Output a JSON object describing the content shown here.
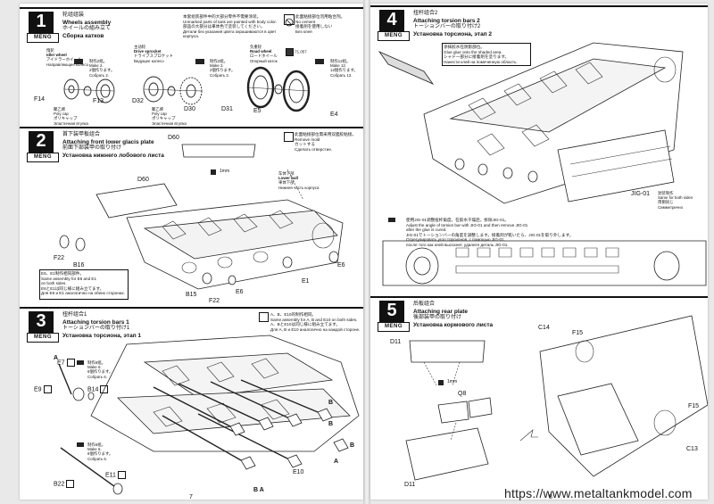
{
  "brand": "MENG",
  "website": "https://www.metaltankmodel.com",
  "left_page_number": "7",
  "right_page_number": "8",
  "steps": [
    {
      "number": "1",
      "title_cn": "轮组组装",
      "title_en": "Wheels assembly",
      "title_jp": "ホイールの組み立て",
      "title_ru": "Сборка катков",
      "note_main": [
        "本套组装部件中的大部分零件不需要涂装。",
        "Unmarked parts of tank are painted with body color.",
        "部品の大部分は車体色で塗装してください。",
        "Детали без указания цвета окрашиваются в цвет корпуса."
      ],
      "note_glue": [
        "此面粘接部位勿用粘合剂。",
        "No cement",
        "接着剤を使用しない",
        "Без клея"
      ],
      "wheel_titles": [
        [
          "惰轮",
          "Idler wheel",
          "アイドラーホイール",
          "Направляющее колесо"
        ],
        [
          "主动轮",
          "Drive sprocket",
          "ドライブスプロケット",
          "Ведущее колесо"
        ],
        [
          "负重轮",
          "Road wheel",
          "ロードホイール",
          "Опорный каток"
        ]
      ],
      "make_notes": [
        [
          "制作2组。",
          "Make 2.",
          "2個作ります。",
          "Собрать 2."
        ],
        [
          "制作2组。",
          "Make 2.",
          "2個作ります。",
          "Собрать 2."
        ],
        [
          "制作12组。",
          "Make 12.",
          "12個作ります。",
          "Собрать 12."
        ]
      ],
      "polycap": [
        "聚乙烯",
        "Poly cap",
        "ポリキャップ",
        "Эластичная втулка"
      ],
      "paint_code": "71.057",
      "parts": [
        "F14",
        "F13",
        "D32",
        "D30",
        "D31",
        "E5",
        "E4"
      ]
    },
    {
      "number": "2",
      "title_cn": "首下装甲板组合",
      "title_en": "Attaching front lower glacis plate",
      "title_jp": "前面下部装甲の取り付け",
      "title_ru": "Установка нижнего лобового листа",
      "note_glue": [
        "此面粘接部位需采用双面胶粘接。",
        "Remove mold",
        "カットする",
        "Сделать отверстие."
      ],
      "hull_note": [
        "车体下部",
        "Lower hull",
        "車体下部",
        "Нижняя часть корпуса"
      ],
      "same_assembly": [
        "E6、E1制作相同部件。",
        "Same assembly for E6 and E1",
        "on both sides.",
        "E6とE1は同じ様に組み立てます。",
        "Для Е6 и Е1 аналогично на обеих сторонах."
      ],
      "cut_size": "1mm",
      "parts": [
        "D60",
        "D60",
        "F22",
        "B16",
        "E6",
        "E1",
        "B15",
        "E6",
        "F22"
      ]
    },
    {
      "number": "3",
      "title_cn": "扭杆组合1",
      "title_en": "Attaching torsion bars 1",
      "title_jp": "トーションバーの取り付け1",
      "title_ru": "Установка торсиона, этап 1",
      "note_top": [
        "A、B、E10的制作相同。",
        "Same assembly for A, B and E10 on both sides.",
        "A、BとE10は同じ様に組み立てます。",
        "Для А, В и Е10 аналогично на каждой стороне."
      ],
      "make_notes": [
        [
          "制作6组。",
          "Make 6.",
          "6個作ります。",
          "Собрать 6."
        ],
        [
          "制作6组。",
          "Make 6.",
          "6個作ります。",
          "Собрать 6."
        ]
      ],
      "parts": [
        "A",
        "E7",
        "E9",
        "B14",
        "B",
        "B",
        "B",
        "A",
        "E10",
        "E11",
        "B22",
        "A",
        "B"
      ]
    },
    {
      "number": "4",
      "title_cn": "扭杆组合2",
      "title_en": "Attaching torsion bars 2",
      "title_jp": "トーションバーの取り付け2",
      "title_ru": "Установка торсиона, этап 2",
      "note_glue": [
        "涂抹胶水在阴影部位。",
        "Glue glue onto the shaded area.",
        "シャドー部分に接着剤を塗ります。",
        "Нанести клей на помеченную область."
      ],
      "jig_label": [
        "JIG-01",
        "封装制作",
        "Same for both sides",
        "両側同じ",
        "Симметрично"
      ],
      "jig_note": [
        "使用JIG-01调整扭杆角度，在胶水干燥后，拆除JIG-01。",
        "Adjust the angle of torsion bar with JIG-01 and then remove JIG-01",
        "after the glue is cured.",
        "JIG-01でトーションバーの角度を調整します。接着剤が乾いたら、JIG-01を取り外します。",
        "Отрегулировать угол торсионов, с помощью JIG-01,",
        "после того как клей высохнет, удалите деталь JIG-01."
      ]
    },
    {
      "number": "5",
      "title_cn": "后板组合",
      "title_en": "Attaching rear plate",
      "title_jp": "後部装甲の取り付け",
      "title_ru": "Установка кормового листа",
      "cut_size": "1mm",
      "parts": [
        "D11",
        "Q8",
        "D11",
        "C14",
        "F15",
        "F15",
        "C13"
      ]
    }
  ]
}
